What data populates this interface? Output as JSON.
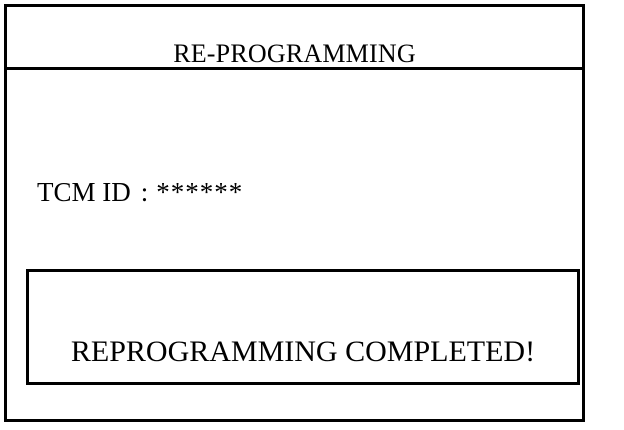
{
  "title": "RE-PROGRAMMING",
  "tcm": {
    "label": "TCM ID",
    "separator": ":",
    "value": "******"
  },
  "status": {
    "message": "REPROGRAMMING COMPLETED!"
  }
}
